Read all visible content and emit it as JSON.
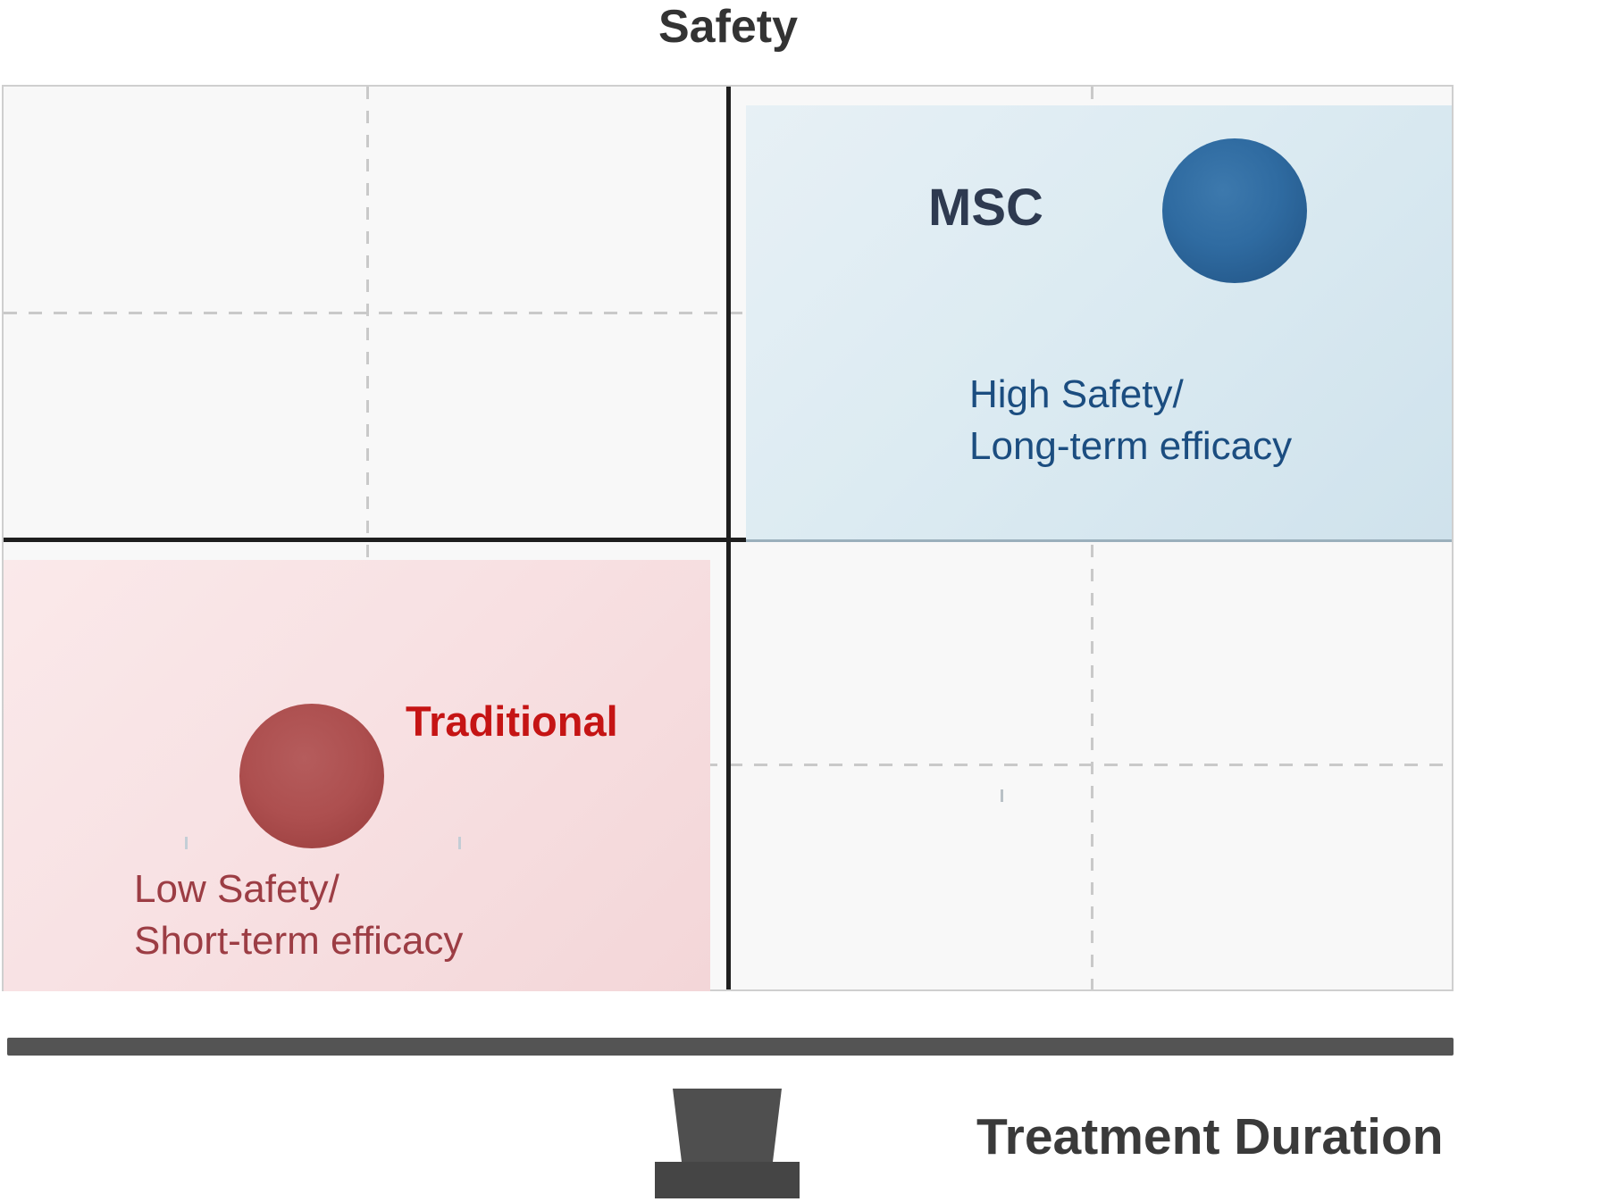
{
  "title": "Safety",
  "x_axis": {
    "label": "Treatment Duration"
  },
  "quadrant_top_right": {
    "point_label": "MSC",
    "caption_line1": "High Safety/",
    "caption_line2": "Long-term efficacy"
  },
  "quadrant_bottom_left": {
    "point_label": "Traditional",
    "caption_line1": "Low Safety/",
    "caption_line2": "Short-term efficacy"
  },
  "colors": {
    "title_text": "#333333",
    "plot_background": "#f8f8f8",
    "plot_border": "#cfcfcf",
    "gridline_dashed": "#c9c9c9",
    "axis_line": "#1e1e1e",
    "blue_quadrant_fill": "#d9e8f1",
    "blue_point": "#2d659a",
    "msc_label_text": "#2e3a50",
    "blue_caption_text": "#1b4d80",
    "pink_quadrant_fill": "#f7dfe1",
    "red_point": "#a94b4b",
    "traditional_label_text": "#c51414",
    "pink_caption_text": "#9c3d44",
    "bottom_bar": "#545454",
    "x_axis_label_text": "#3a3a3a"
  },
  "chart_data": {
    "type": "scatter",
    "title": "Safety",
    "xlabel": "Treatment Duration",
    "ylabel": "Safety",
    "axes_numeric": false,
    "grid": "dashed quarter-lines with solid center axes forming 2x2 quadrants",
    "legend_position": "none",
    "points": [
      {
        "label": "MSC",
        "x_rel": 0.85,
        "y_rel": 0.86,
        "marker": "circle",
        "color": "#2d659a",
        "quadrant": "top-right",
        "quadrant_caption": "High Safety/ Long-term efficacy"
      },
      {
        "label": "Traditional",
        "x_rel": 0.21,
        "y_rel": 0.24,
        "marker": "circle",
        "color": "#a94b4b",
        "quadrant": "bottom-left",
        "quadrant_caption": "Low Safety/ Short-term efficacy"
      }
    ]
  }
}
